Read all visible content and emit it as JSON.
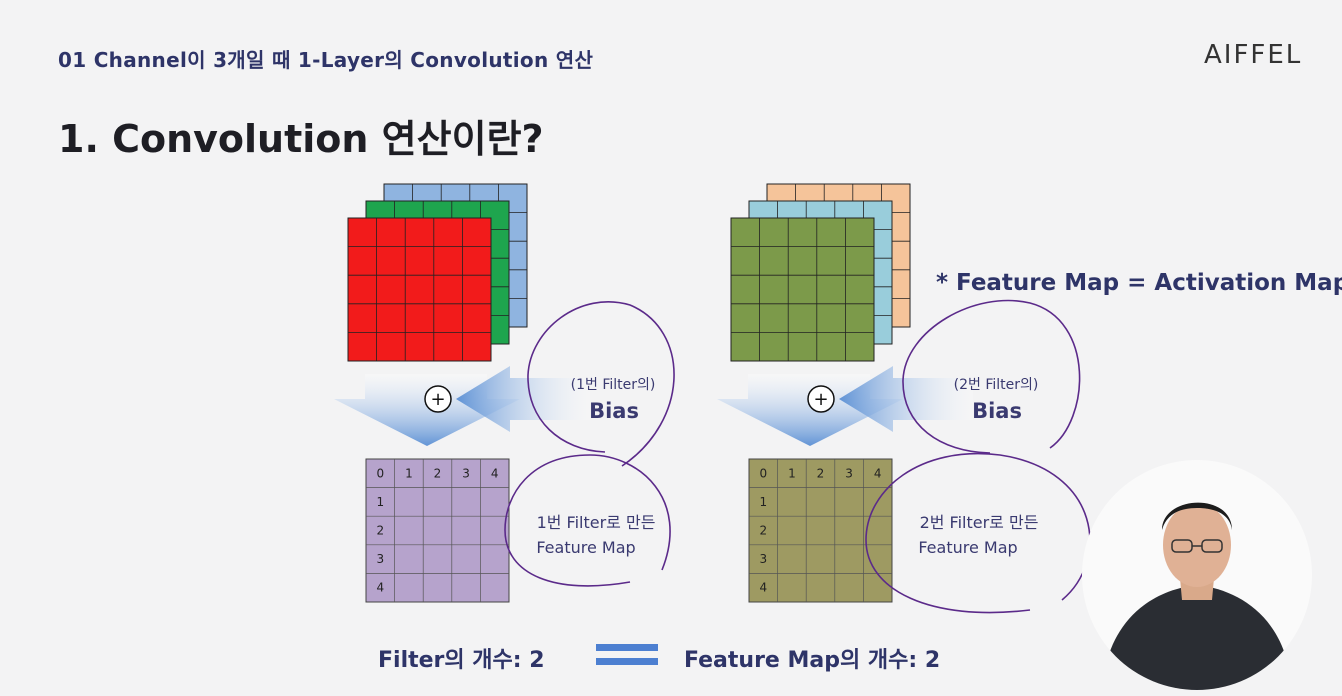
{
  "header": {
    "subtitle": "01 Channel이 3개일 때 1-Layer의 Convolution 연산",
    "logo": "AIFFEL",
    "title": "1.  Convolution 연산이란?"
  },
  "note": "* Feature Map = Activation Map",
  "filters": [
    {
      "bias_caption": "(1번 Filter의)",
      "bias_label": "Bias",
      "feature_caption_1": "1번 Filter로 만든",
      "feature_caption_2": "Feature Map",
      "layer_colors": [
        "#8fb4e0",
        "#1ea54e",
        "#f21b1b"
      ],
      "feature_color": "#b6a3cc"
    },
    {
      "bias_caption": "(2번 Filter의)",
      "bias_label": "Bias",
      "feature_caption_1": "2번 Filter로 만든",
      "feature_caption_2": "Feature Map",
      "layer_colors": [
        "#f5c49a",
        "#99cddb",
        "#7c9a4a"
      ],
      "feature_color": "#9e9a62"
    }
  ],
  "plus_symbol": "+",
  "grid_ticks": [
    "0",
    "1",
    "2",
    "3",
    "4"
  ],
  "bottom": {
    "left_text": "Filter의 개수: 2",
    "right_text": "Feature Map의 개수: 2"
  },
  "colors": {
    "text_dark": "#2e3468",
    "accent_blue": "#4c7fd1",
    "annotation_purple": "#5b2a8a"
  },
  "presenter": {
    "icon": "presenter-video-icon"
  }
}
